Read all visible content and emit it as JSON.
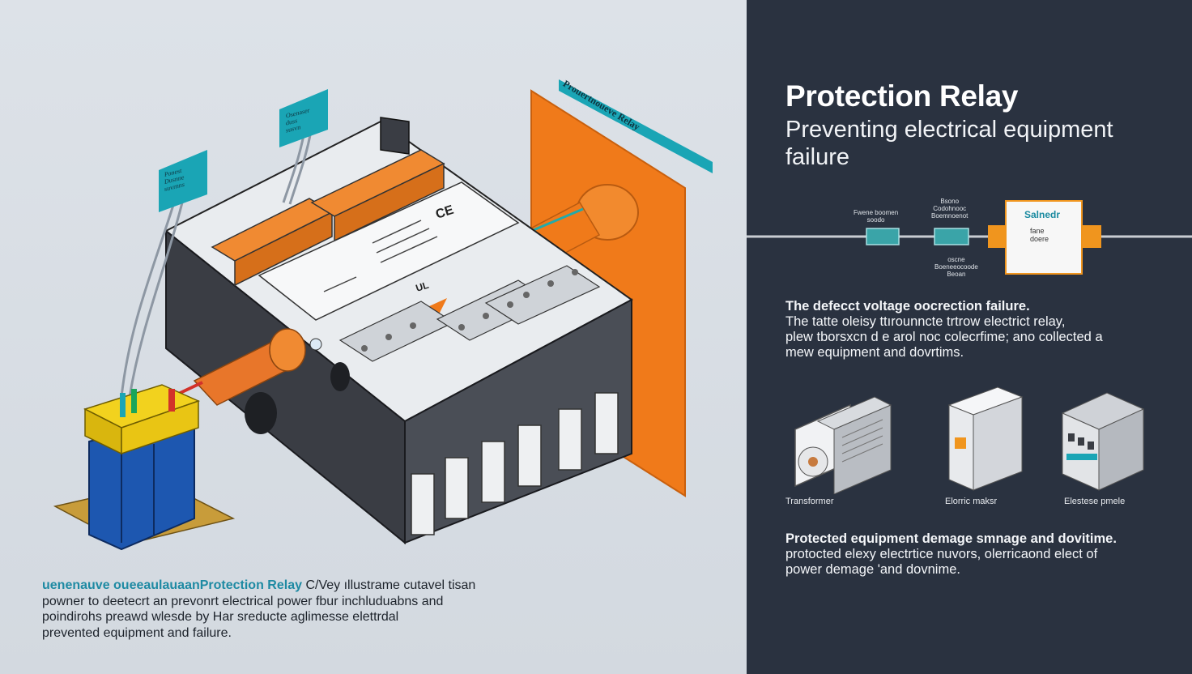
{
  "left": {
    "tags": [
      "Ponest\nDusnne\nsuvrnns",
      "Osenaser\nduss\nsusvn",
      "Prouertnoueve Relay"
    ],
    "device_marks": [
      "CE",
      "UL"
    ],
    "caption": {
      "highlight": "Protection Relay",
      "line1_prefix": "uenenauve oueeaulauaan",
      "line1_rest": " C/Vey ıllustrame cutavel tisan",
      "line2": "powner to deetecrt an prevonrt electrical power fbur inchluduabns and",
      "line3": "poindirohs preawd wlesde by Har sreducte aglimesse elettrdal",
      "line4": "prevented equipment and failure."
    }
  },
  "right": {
    "title": "Protection Relay",
    "subtitle": "Preventing electrical equipment failure",
    "diagram": {
      "labels_top": [
        "Fwene boomen\nsoodo",
        "Bsono\nCodohnooc\nBoemnoenot"
      ],
      "labels_bottom": [
        "oscne\nBoeneeocoode\nBeoan"
      ],
      "relay_box_title": "Salnedr",
      "relay_box_text": "fane\ndoere"
    },
    "para1": {
      "lead": "The defecct voltage oocrection failure.",
      "line2": "The tatte oleisy ttırounncte trtrow electrict relay,",
      "line3": "plew tborsxcn d e arol noc colecrfime; ano collected a",
      "line4": "mew equipment and dovrtims."
    },
    "equipment": [
      {
        "label": "Transformer",
        "icon": "transformer-icon"
      },
      {
        "label": "Elorric maksr",
        "icon": "electric-motor-icon"
      },
      {
        "label": "Elestese pmele",
        "icon": "electrical-panel-icon"
      }
    ],
    "para2": {
      "lead": "Protected equipment demage smnage and dovitime.",
      "line2": "protocted elexy electrtice nuvors, olerricaond elect of",
      "line3": "power demage 'and dovnime."
    }
  },
  "colors": {
    "left_bg": "#d8dde3",
    "right_bg": "#2a3240",
    "accent_orange": "#f07a1a",
    "accent_teal": "#1aa5b5",
    "housing": "#3a3d44"
  }
}
